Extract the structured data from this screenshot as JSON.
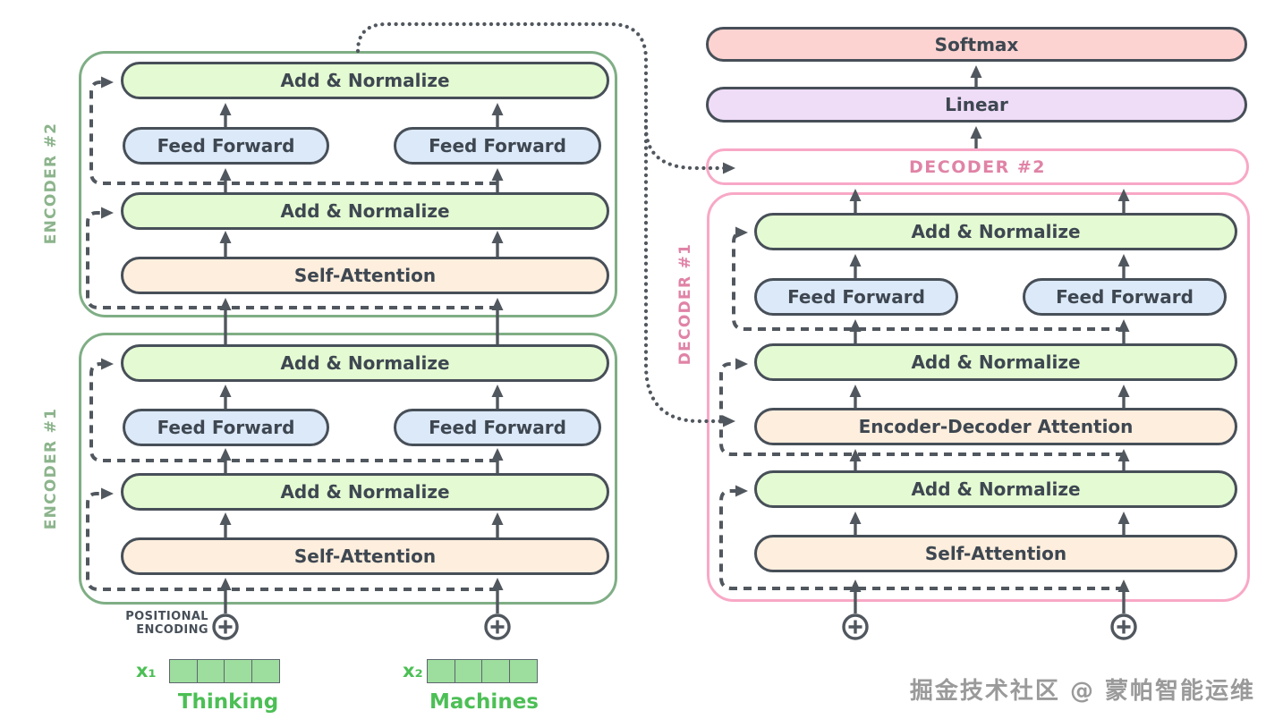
{
  "colors": {
    "pill_border": "#474f58",
    "pill_text": "#3e4751",
    "arrow": "#51575e",
    "add_norm_fill": "#e4fad2",
    "feed_forward_fill": "#dce9f8",
    "attention_fill": "#fdeedd",
    "softmax_fill": "#fcd3d1",
    "linear_fill": "#efdcf7",
    "encoder_border": "#7fae85",
    "encoder_label": "#8cb48c",
    "decoder_border": "#f8a8c6",
    "decoder_label": "#e083a6",
    "input_green": "#4cbf55",
    "vector_fill": "#9ddd9d",
    "vector_border": "#5f6670",
    "posenc_text": "#474f58",
    "watermark_color": "#9a9a9a"
  },
  "encoder2": {
    "label": "ENCODER #2",
    "add_norm_top": "Add & Normalize",
    "feed_forward_left": "Feed Forward",
    "feed_forward_right": "Feed Forward",
    "add_norm_bottom": "Add & Normalize",
    "self_attention": "Self-Attention"
  },
  "encoder1": {
    "label": "ENCODER #1",
    "add_norm_top": "Add & Normalize",
    "feed_forward_left": "Feed Forward",
    "feed_forward_right": "Feed Forward",
    "add_norm_bottom": "Add & Normalize",
    "self_attention": "Self-Attention"
  },
  "output_head": {
    "softmax": "Softmax",
    "linear": "Linear"
  },
  "decoder2": {
    "label": "DECODER #2"
  },
  "decoder1": {
    "label": "DECODER #1",
    "add_norm_top": "Add & Normalize",
    "feed_forward_left": "Feed Forward",
    "feed_forward_right": "Feed Forward",
    "add_norm_mid": "Add & Normalize",
    "encoder_decoder_attention": "Encoder-Decoder Attention",
    "add_norm_bottom": "Add & Normalize",
    "self_attention": "Self-Attention"
  },
  "inputs": {
    "positional_encoding_line1": "POSITIONAL",
    "positional_encoding_line2": "ENCODING",
    "x1_label": "x₁",
    "x1_word": "Thinking",
    "x2_label": "x₂",
    "x2_word": "Machines"
  },
  "watermark": "掘金技术社区 @ 蒙帕智能运维"
}
